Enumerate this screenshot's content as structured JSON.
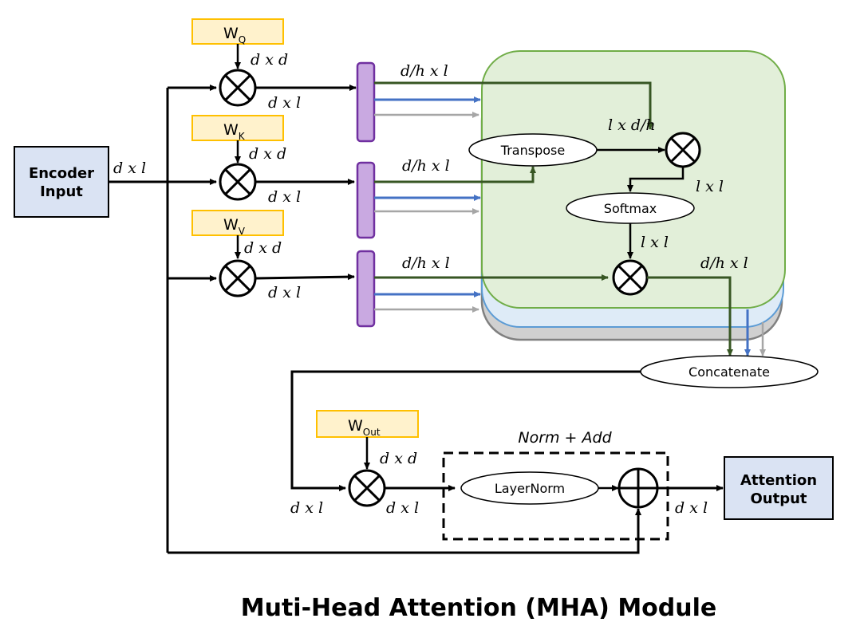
{
  "title": "Muti-Head Attention (MHA) Module",
  "colors": {
    "weight_fill": "#fff2cc",
    "weight_stroke": "#ffc000",
    "io_fill": "#dae3f3",
    "head_fill": "#c9a9e1",
    "head_stroke": "#7030a0",
    "head_panel_fill": "#e2efd9",
    "head_panel_stroke": "#70ad47",
    "head2_fill": "#deebf7",
    "head2_stroke": "#5b9bd5",
    "head3_fill": "#d0d0d0",
    "head3_stroke": "#808080",
    "head1_arrow": "#375623",
    "head2_arrow": "#4472c4",
    "head3_arrow": "#a6a6a6"
  },
  "nodes": {
    "encoder_input": [
      "Encoder",
      "Input"
    ],
    "attention_output": [
      "Attention",
      "Output"
    ],
    "w_q": {
      "base": "W",
      "sub": "Q"
    },
    "w_k": {
      "base": "W",
      "sub": "K"
    },
    "w_v": {
      "base": "W",
      "sub": "V"
    },
    "w_out": {
      "base": "W",
      "sub": "Out"
    },
    "transpose": "Transpose",
    "softmax": "Softmax",
    "concatenate": "Concatenate",
    "layernorm": "LayerNorm",
    "norm_add_group": "Norm + Add"
  },
  "labels": {
    "encoder_out": "d x l",
    "wq_dim": "d x d",
    "wk_dim": "d x d",
    "wv_dim": "d x d",
    "q_out": "d x l",
    "k_out": "d x l",
    "v_out": "d x l",
    "q_head": "d/h x l",
    "k_head": "d/h x l",
    "v_head": "d/h x l",
    "kt_dim": "l x d/h",
    "score_dim": "l x l",
    "softmax_out": "l x l",
    "head_out": "d/h x l",
    "wout_dim": "d x d",
    "concat_out": "d x l",
    "proj_out": "d x l",
    "final_out": "d x l"
  }
}
